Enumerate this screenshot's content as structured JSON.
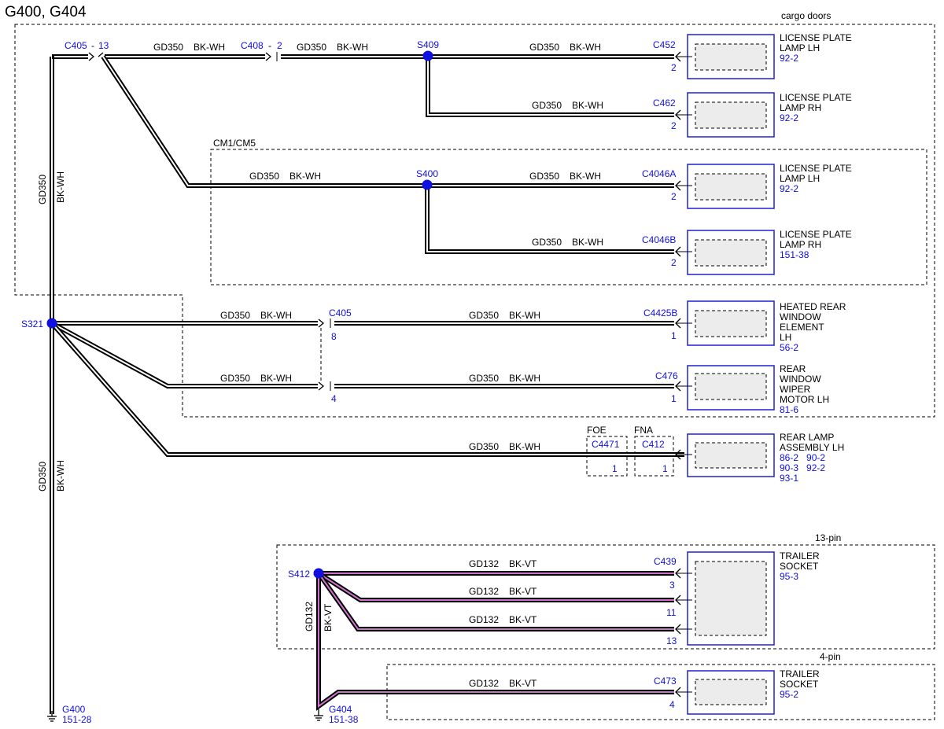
{
  "title": "G400, G404",
  "zones": {
    "cargo_doors": "cargo doors",
    "cm": "CM1/CM5",
    "foe": "FOE",
    "fna": "FNA",
    "pin13": "13-pin",
    "pin4": "4-pin"
  },
  "wires": {
    "circuit": "GD350",
    "color": "BK-WH",
    "circuit_trailer": "GD132",
    "color_trailer": "BK-VT"
  },
  "splices": {
    "s409": "S409",
    "s400": "S400",
    "s321": "S321",
    "s412": "S412"
  },
  "inline_connectors": {
    "c405_top": "C405",
    "c405_top_pin": "13",
    "c408": "C408",
    "c408_pin": "2",
    "c405_mid": "C405",
    "c405_mid_pin1": "8",
    "c405_mid_pin2": "4",
    "c4471": "C4471",
    "c4471_pin": "1",
    "c412": "C412",
    "c412_pin": "1",
    "dash": "-"
  },
  "components": [
    {
      "connector": "C452",
      "pin": "2",
      "name": [
        "LICENSE PLATE",
        "LAMP LH"
      ],
      "refs": [
        "92-2"
      ]
    },
    {
      "connector": "C462",
      "pin": "2",
      "name": [
        "LICENSE PLATE",
        "LAMP RH"
      ],
      "refs": [
        "92-2"
      ]
    },
    {
      "connector": "C4046A",
      "pin": "2",
      "name": [
        "LICENSE PLATE",
        "LAMP LH"
      ],
      "refs": [
        "92-2"
      ]
    },
    {
      "connector": "C4046B",
      "pin": "2",
      "name": [
        "LICENSE PLATE",
        "LAMP RH"
      ],
      "refs": [
        "151-38"
      ]
    },
    {
      "connector": "C4425B",
      "pin": "1",
      "name": [
        "HEATED REAR",
        "WINDOW",
        "ELEMENT",
        "LH"
      ],
      "refs": [
        "56-2"
      ]
    },
    {
      "connector": "C476",
      "pin": "1",
      "name": [
        "REAR",
        "WINDOW",
        "WIPER",
        "MOTOR LH"
      ],
      "refs": [
        "81-6"
      ]
    },
    {
      "connector": "",
      "pin": "",
      "name": [
        "REAR LAMP",
        "ASSEMBLY LH"
      ],
      "refs": [
        "86-2   90-2",
        "90-3   92-2",
        "93-1"
      ]
    },
    {
      "connector": "C439",
      "pin": "3",
      "name": [
        "TRAILER",
        "SOCKET"
      ],
      "refs": [
        "95-3"
      ]
    },
    {
      "connector": "C473",
      "pin": "4",
      "name": [
        "TRAILER",
        "SOCKET"
      ],
      "refs": [
        "95-2"
      ]
    }
  ],
  "trailer_pins": {
    "pin2": "11",
    "pin3": "13"
  },
  "grounds": {
    "g400": "G400",
    "g400_ref": "151-28",
    "g404": "G404",
    "g404_ref": "151-38"
  }
}
